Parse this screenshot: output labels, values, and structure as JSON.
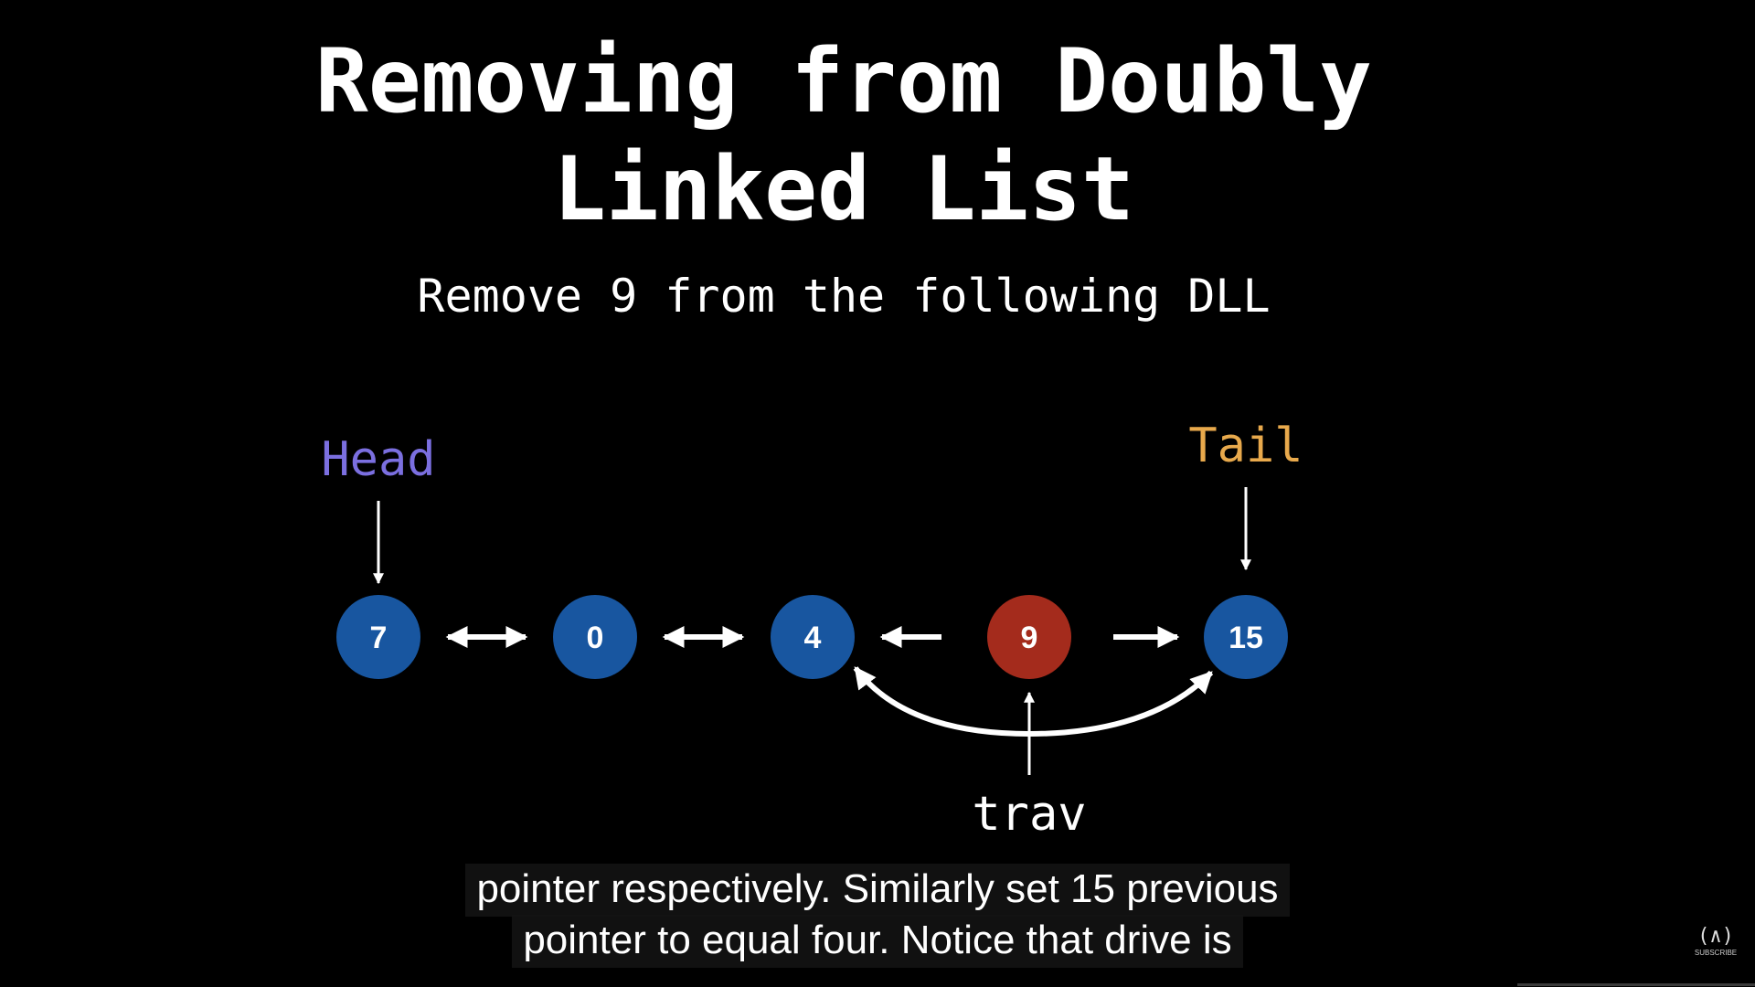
{
  "title": {
    "line1": "Removing from Doubly",
    "line2": "Linked List"
  },
  "subtitle": "Remove 9 from the following DLL",
  "diagram": {
    "nodes": [
      {
        "id": "n7",
        "value": "7",
        "color": "#1856a0"
      },
      {
        "id": "n0",
        "value": "0",
        "color": "#1856a0"
      },
      {
        "id": "n4",
        "value": "4",
        "color": "#1856a0"
      },
      {
        "id": "n9",
        "value": "9",
        "color": "#a42b1c"
      },
      {
        "id": "n15",
        "value": "15",
        "color": "#1856a0"
      }
    ],
    "links": [
      {
        "from": "7",
        "to": "0",
        "direction": "both"
      },
      {
        "from": "0",
        "to": "4",
        "direction": "both"
      },
      {
        "from": "9",
        "to": "4",
        "direction": "forward"
      },
      {
        "from": "9",
        "to": "15",
        "direction": "forward"
      }
    ],
    "bypass_arrows": [
      {
        "from": "9",
        "to": "4"
      },
      {
        "from": "9",
        "to": "15"
      }
    ],
    "pointers": {
      "head": {
        "label": "Head",
        "target": "7",
        "color": "#7b6fe0"
      },
      "tail": {
        "label": "Tail",
        "target": "15",
        "color": "#e8a94c"
      },
      "trav": {
        "label": "trav",
        "target": "9",
        "color": "#ffffff"
      }
    }
  },
  "captions": [
    "pointer respectively. Similarly set 15 previous",
    "pointer to equal four. Notice that drive is"
  ],
  "channel_logo": {
    "mark": "(∧)",
    "label": "SUBSCRIBE"
  },
  "colors": {
    "background": "#000000",
    "text": "#ffffff",
    "node_blue": "#1856a0",
    "node_red": "#a42b1c",
    "head": "#7b6fe0",
    "tail": "#e8a94c"
  }
}
